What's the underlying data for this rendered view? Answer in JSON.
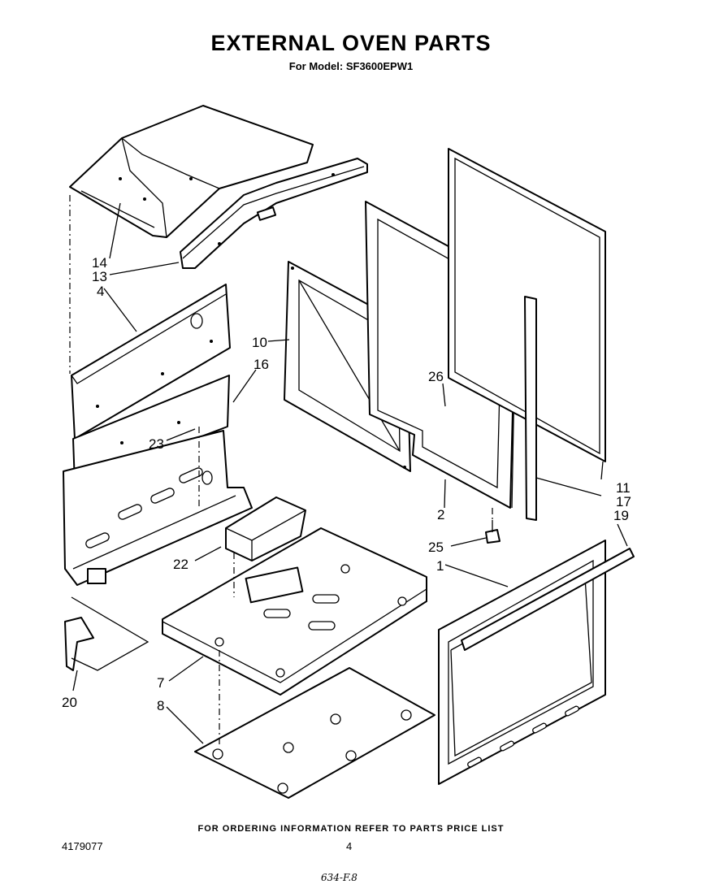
{
  "header": {
    "title": "EXTERNAL OVEN PARTS",
    "subtitle": "For Model: SF3600EPW1"
  },
  "callouts": {
    "c14": "14",
    "c13": "13",
    "c4": "4",
    "c10": "10",
    "c16": "16",
    "c26": "26",
    "c23": "23",
    "c2": "2",
    "c11": "11",
    "c17": "17",
    "c19": "19",
    "c25": "25",
    "c1": "1",
    "c22": "22",
    "c7": "7",
    "c8": "8",
    "c20": "20"
  },
  "footer": {
    "ordering_note": "FOR ORDERING INFORMATION REFER TO PARTS PRICE LIST",
    "document_number": "4179077",
    "page_number": "4",
    "handwritten_note": "634-F.8"
  }
}
